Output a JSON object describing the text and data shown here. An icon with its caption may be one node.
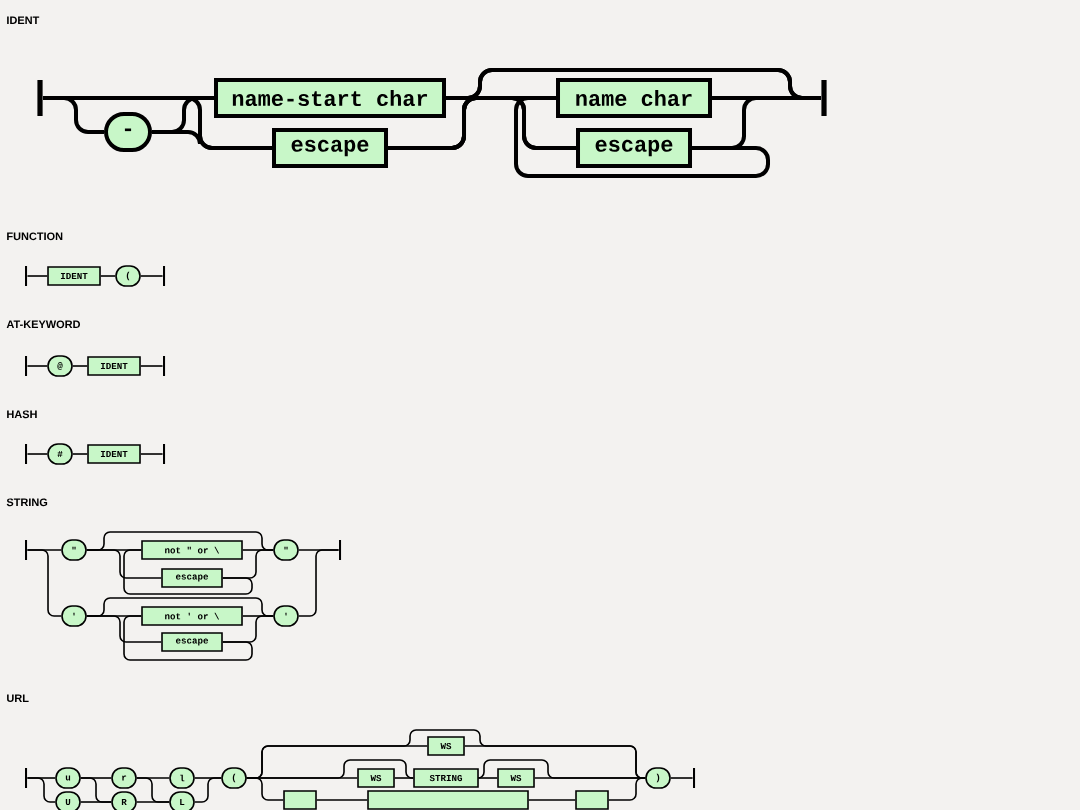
{
  "diagram": {
    "nodes": [
      {
        "text": [],
        "shape": "bar"
      },
      {
        "text": [
          "-"
        ]
      },
      {
        "text": [
          "name-start char"
        ]
      },
      {
        "text": [
          "escape"
        ]
      },
      {
        "text": [
          "name char"
        ]
      },
      {
        "text": [
          "escape"
        ]
      },
      {
        "text": [],
        "shape": "bar"
      },
      {
        "text": [],
        "shape": "bar"
      },
      {
        "text": [
          "IDENT"
        ]
      },
      {
        "text": [
          "("
        ]
      },
      {
        "text": [],
        "shape": "bar"
      },
      {
        "text": [],
        "shape": "bar"
      },
      {
        "text": [
          "@"
        ]
      },
      {
        "text": [
          "IDENT"
        ]
      },
      {
        "text": [],
        "shape": "bar"
      },
      {
        "text": [],
        "shape": "bar"
      },
      {
        "text": [
          "#"
        ]
      },
      {
        "text": [
          "IDENT"
        ]
      },
      {
        "text": [],
        "shape": "bar"
      },
      {
        "text": [],
        "shape": "bar"
      },
      {
        "text": [
          "\""
        ]
      },
      {
        "text": [
          "not \" or \\"
        ]
      },
      {
        "text": [
          "escape"
        ]
      },
      {
        "text": [
          "\""
        ]
      },
      {
        "text": [
          "'"
        ]
      },
      {
        "text": [
          "not ' or \\"
        ]
      },
      {
        "text": [
          "escape"
        ]
      },
      {
        "text": [
          "'"
        ]
      },
      {
        "text": [],
        "shape": "bar"
      },
      {
        "text": [],
        "shape": "bar"
      },
      {
        "text": [
          "u"
        ]
      },
      {
        "text": [
          "U"
        ]
      },
      {
        "text": [
          "r"
        ]
      },
      {
        "text": [
          "R"
        ]
      },
      {
        "text": [
          "l"
        ]
      },
      {
        "text": [
          "L"
        ]
      },
      {
        "text": [
          "("
        ]
      },
      {
        "text": [
          "WS"
        ]
      },
      {
        "text": [
          "WS"
        ]
      },
      {
        "text": [
          "STRING"
        ]
      },
      {
        "text": [
          "WS"
        ]
      },
      {
        "text": [
          ")"
        ]
      },
      {
        "text": [],
        "shape": "bar"
      },
      {
        "text": [],
        "shape": "box"
      },
      {
        "text": [],
        "shape": "box"
      },
      {
        "text": [],
        "shape": "box"
      }
    ],
    "edges": [
      {
        "from": 0,
        "to": 1,
        "arrow": "none"
      },
      {
        "from": 0,
        "to": 2,
        "arrow": "none"
      },
      {
        "from": 0,
        "to": 3,
        "arrow": "none"
      },
      {
        "from": 1,
        "to": 2,
        "arrow": "none"
      },
      {
        "from": 1,
        "to": 3,
        "arrow": "none"
      },
      {
        "from": 3,
        "to": 4,
        "arrow": "none"
      },
      {
        "from": 2,
        "to": 5,
        "arrow": "none"
      },
      {
        "from": 3,
        "to": 5,
        "arrow": "none"
      },
      {
        "from": 2,
        "to": 6,
        "arrow": "none"
      },
      {
        "from": 3,
        "to": 6,
        "arrow": "none"
      },
      {
        "from": 4,
        "to": 6,
        "arrow": "none"
      },
      {
        "from": 5,
        "to": 6,
        "arrow": "none"
      },
      {
        "from": 5,
        "to": 4,
        "arrow": "none"
      },
      {
        "from": 7,
        "to": 8,
        "arrow": "none"
      },
      {
        "from": 8,
        "to": 9,
        "arrow": "none"
      },
      {
        "from": 9,
        "to": 10,
        "arrow": "none"
      },
      {
        "from": 11,
        "to": 12,
        "arrow": "none"
      },
      {
        "from": 12,
        "to": 13,
        "arrow": "none"
      },
      {
        "from": 13,
        "to": 14,
        "arrow": "none"
      },
      {
        "from": 15,
        "to": 16,
        "arrow": "none"
      },
      {
        "from": 16,
        "to": 17,
        "arrow": "none"
      },
      {
        "from": 17,
        "to": 18,
        "arrow": "none"
      },
      {
        "from": 19,
        "to": 20,
        "arrow": "none"
      },
      {
        "from": 19,
        "to": 24,
        "arrow": "none"
      },
      {
        "from": 20,
        "to": 21,
        "arrow": "none"
      },
      {
        "from": 20,
        "to": 22,
        "arrow": "none"
      },
      {
        "from": 20,
        "to": 23,
        "arrow": "none"
      },
      {
        "from": 21,
        "to": 23,
        "arrow": "none"
      },
      {
        "from": 22,
        "to": 23,
        "arrow": "none"
      },
      {
        "from": 22,
        "to": 21,
        "arrow": "none"
      },
      {
        "from": 23,
        "to": 28,
        "arrow": "none"
      },
      {
        "from": 24,
        "to": 25,
        "arrow": "none"
      },
      {
        "from": 24,
        "to": 26,
        "arrow": "none"
      },
      {
        "from": 24,
        "to": 27,
        "arrow": "none"
      },
      {
        "from": 25,
        "to": 27,
        "arrow": "none"
      },
      {
        "from": 26,
        "to": 27,
        "arrow": "none"
      },
      {
        "from": 26,
        "to": 25,
        "arrow": "none"
      },
      {
        "from": 27,
        "to": 28,
        "arrow": "none"
      },
      {
        "from": 29,
        "to": 30,
        "arrow": "none"
      },
      {
        "from": 29,
        "to": 31,
        "arrow": "none"
      },
      {
        "from": 30,
        "to": 32,
        "arrow": "none"
      },
      {
        "from": 30,
        "to": 33,
        "arrow": "none"
      },
      {
        "from": 31,
        "to": 33,
        "arrow": "none"
      },
      {
        "from": 32,
        "to": 34,
        "arrow": "none"
      },
      {
        "from": 32,
        "to": 35,
        "arrow": "none"
      },
      {
        "from": 33,
        "to": 35,
        "arrow": "none"
      },
      {
        "from": 34,
        "to": 36,
        "arrow": "none"
      },
      {
        "from": 35,
        "to": 36,
        "arrow": "none"
      },
      {
        "from": 36,
        "to": 37,
        "arrow": "none"
      },
      {
        "from": 36,
        "to": 41,
        "arrow": "none"
      },
      {
        "from": 37,
        "to": 41,
        "arrow": "none"
      },
      {
        "from": 36,
        "to": 38,
        "arrow": "none"
      },
      {
        "from": 36,
        "to": 39,
        "arrow": "none"
      },
      {
        "from": 38,
        "to": 39,
        "arrow": "none"
      },
      {
        "from": 39,
        "to": 40,
        "arrow": "none"
      },
      {
        "from": 39,
        "to": 41,
        "arrow": "none"
      },
      {
        "from": 40,
        "to": 41,
        "arrow": "none"
      },
      {
        "from": 41,
        "to": 42,
        "arrow": "none"
      },
      {
        "from": 36,
        "to": 43,
        "arrow": "none"
      },
      {
        "from": 43,
        "to": 44,
        "arrow": "none"
      },
      {
        "from": 44,
        "to": 45,
        "arrow": "none"
      },
      {
        "from": 45,
        "to": 41,
        "arrow": "none"
      }
    ],
    "labels": [
      "IDENT",
      "FUNCTION",
      "AT-KEYWORD",
      "HASH",
      "STRING",
      "URL"
    ]
  }
}
